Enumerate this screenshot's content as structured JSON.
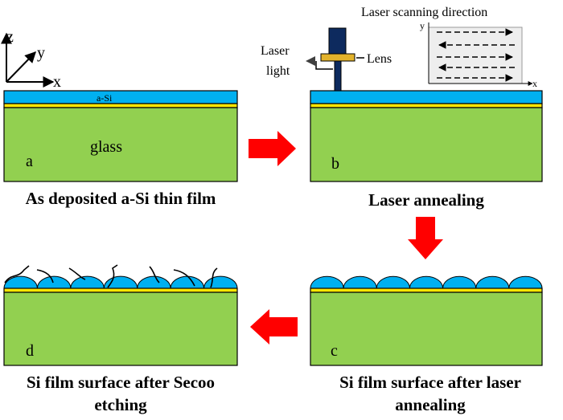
{
  "colors": {
    "glass": "#92d050",
    "asi": "#00b0f0",
    "buffer": "#ffe600",
    "arrow": "#ff0000",
    "laser_body": "#0d2a5e",
    "lens": "#e2b22b",
    "scan_box": "#eeeeee"
  },
  "axes": {
    "z": "z",
    "y": "y",
    "x": "x"
  },
  "panel_a": {
    "letter": "a",
    "layer_label": "a-Si",
    "substrate_label": "glass",
    "caption": "As deposited a-Si thin film"
  },
  "panel_b": {
    "letter": "b",
    "laser_label_1": "Laser",
    "laser_label_2": "light",
    "lens_label": "Lens",
    "scan_title": "Laser scanning direction",
    "scan_y": "y",
    "scan_x": "x",
    "caption": "Laser annealing"
  },
  "panel_c": {
    "letter": "c",
    "caption_1": "Si film surface after laser",
    "caption_2": "annealing"
  },
  "panel_d": {
    "letter": "d",
    "caption_1": "Si film surface after Secoo",
    "caption_2": "etching"
  },
  "icons": [
    "right-arrow-icon",
    "down-arrow-icon",
    "left-arrow-icon"
  ]
}
